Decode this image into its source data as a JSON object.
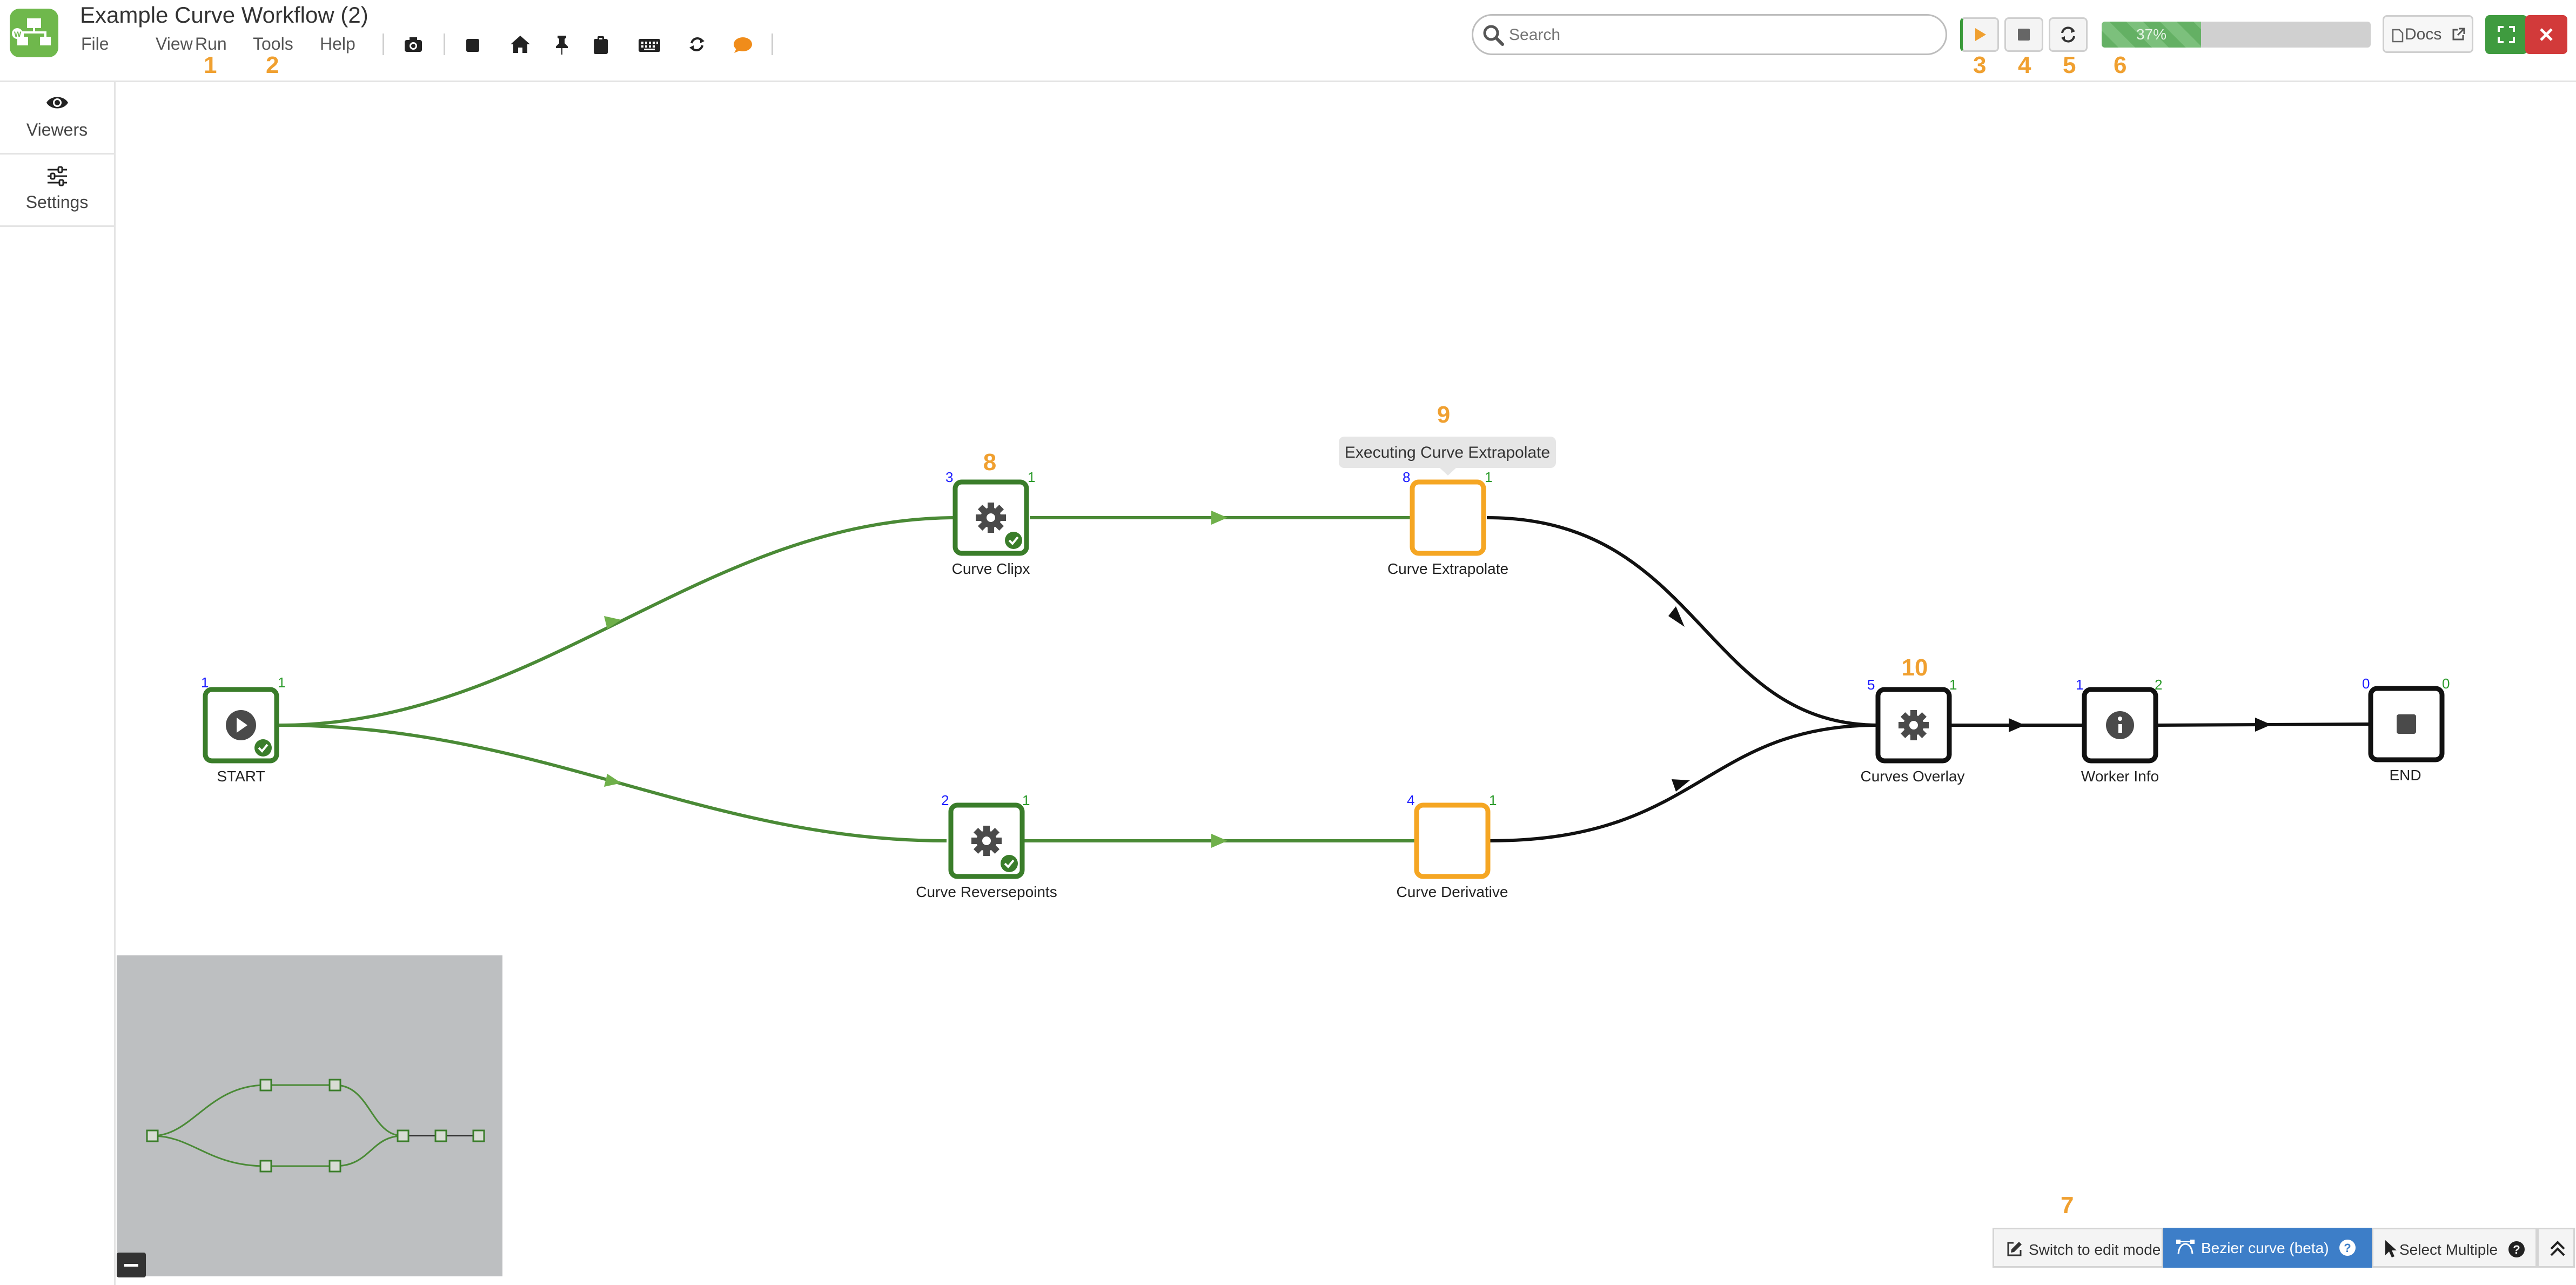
{
  "header": {
    "title": "Example Curve Workflow (2)",
    "menu": [
      "File",
      "View",
      "Run",
      "Tools",
      "Help"
    ],
    "search_placeholder": "Search",
    "progress_percent": 37,
    "progress_label": "37%",
    "docs_label": "Docs"
  },
  "hints": [
    "1",
    "2",
    "3",
    "4",
    "5",
    "6",
    "7",
    "8",
    "9",
    "10"
  ],
  "sidebar": {
    "items": [
      {
        "label": "Viewers",
        "icon": "eye-icon"
      },
      {
        "label": "Settings",
        "icon": "sliders-icon"
      }
    ]
  },
  "workflow": {
    "tooltip": "Executing Curve Extrapolate",
    "nodes": [
      {
        "id": "start",
        "label": "START",
        "in": "1",
        "out": "1",
        "icon": "play",
        "state": "done"
      },
      {
        "id": "clipx",
        "label": "Curve Clipx",
        "in": "3",
        "out": "1",
        "icon": "gear",
        "state": "done"
      },
      {
        "id": "reverse",
        "label": "Curve Reversepoints",
        "in": "2",
        "out": "1",
        "icon": "gear",
        "state": "done"
      },
      {
        "id": "extrapolate",
        "label": "Curve Extrapolate",
        "in": "8",
        "out": "1",
        "icon": "none",
        "state": "running"
      },
      {
        "id": "derivative",
        "label": "Curve Derivative",
        "in": "4",
        "out": "1",
        "icon": "none",
        "state": "running"
      },
      {
        "id": "overlay",
        "label": "Curves Overlay",
        "in": "5",
        "out": "1",
        "icon": "gear",
        "state": "idle"
      },
      {
        "id": "workerinfo",
        "label": "Worker Info",
        "in": "1",
        "out": "2",
        "icon": "info",
        "state": "idle"
      },
      {
        "id": "end",
        "label": "END",
        "in": "0",
        "out": "0",
        "icon": "stop",
        "state": "idle"
      }
    ]
  },
  "bottom": {
    "edit_label": "Switch to edit mode",
    "bezier_label": "Bezier curve (beta)",
    "select_label": "Select Multiple"
  },
  "colors": {
    "done": "#3a7d2a",
    "running": "#f5a623",
    "idle": "#111111",
    "edge_done": "#4a8a36",
    "hint": "#f0a030"
  }
}
